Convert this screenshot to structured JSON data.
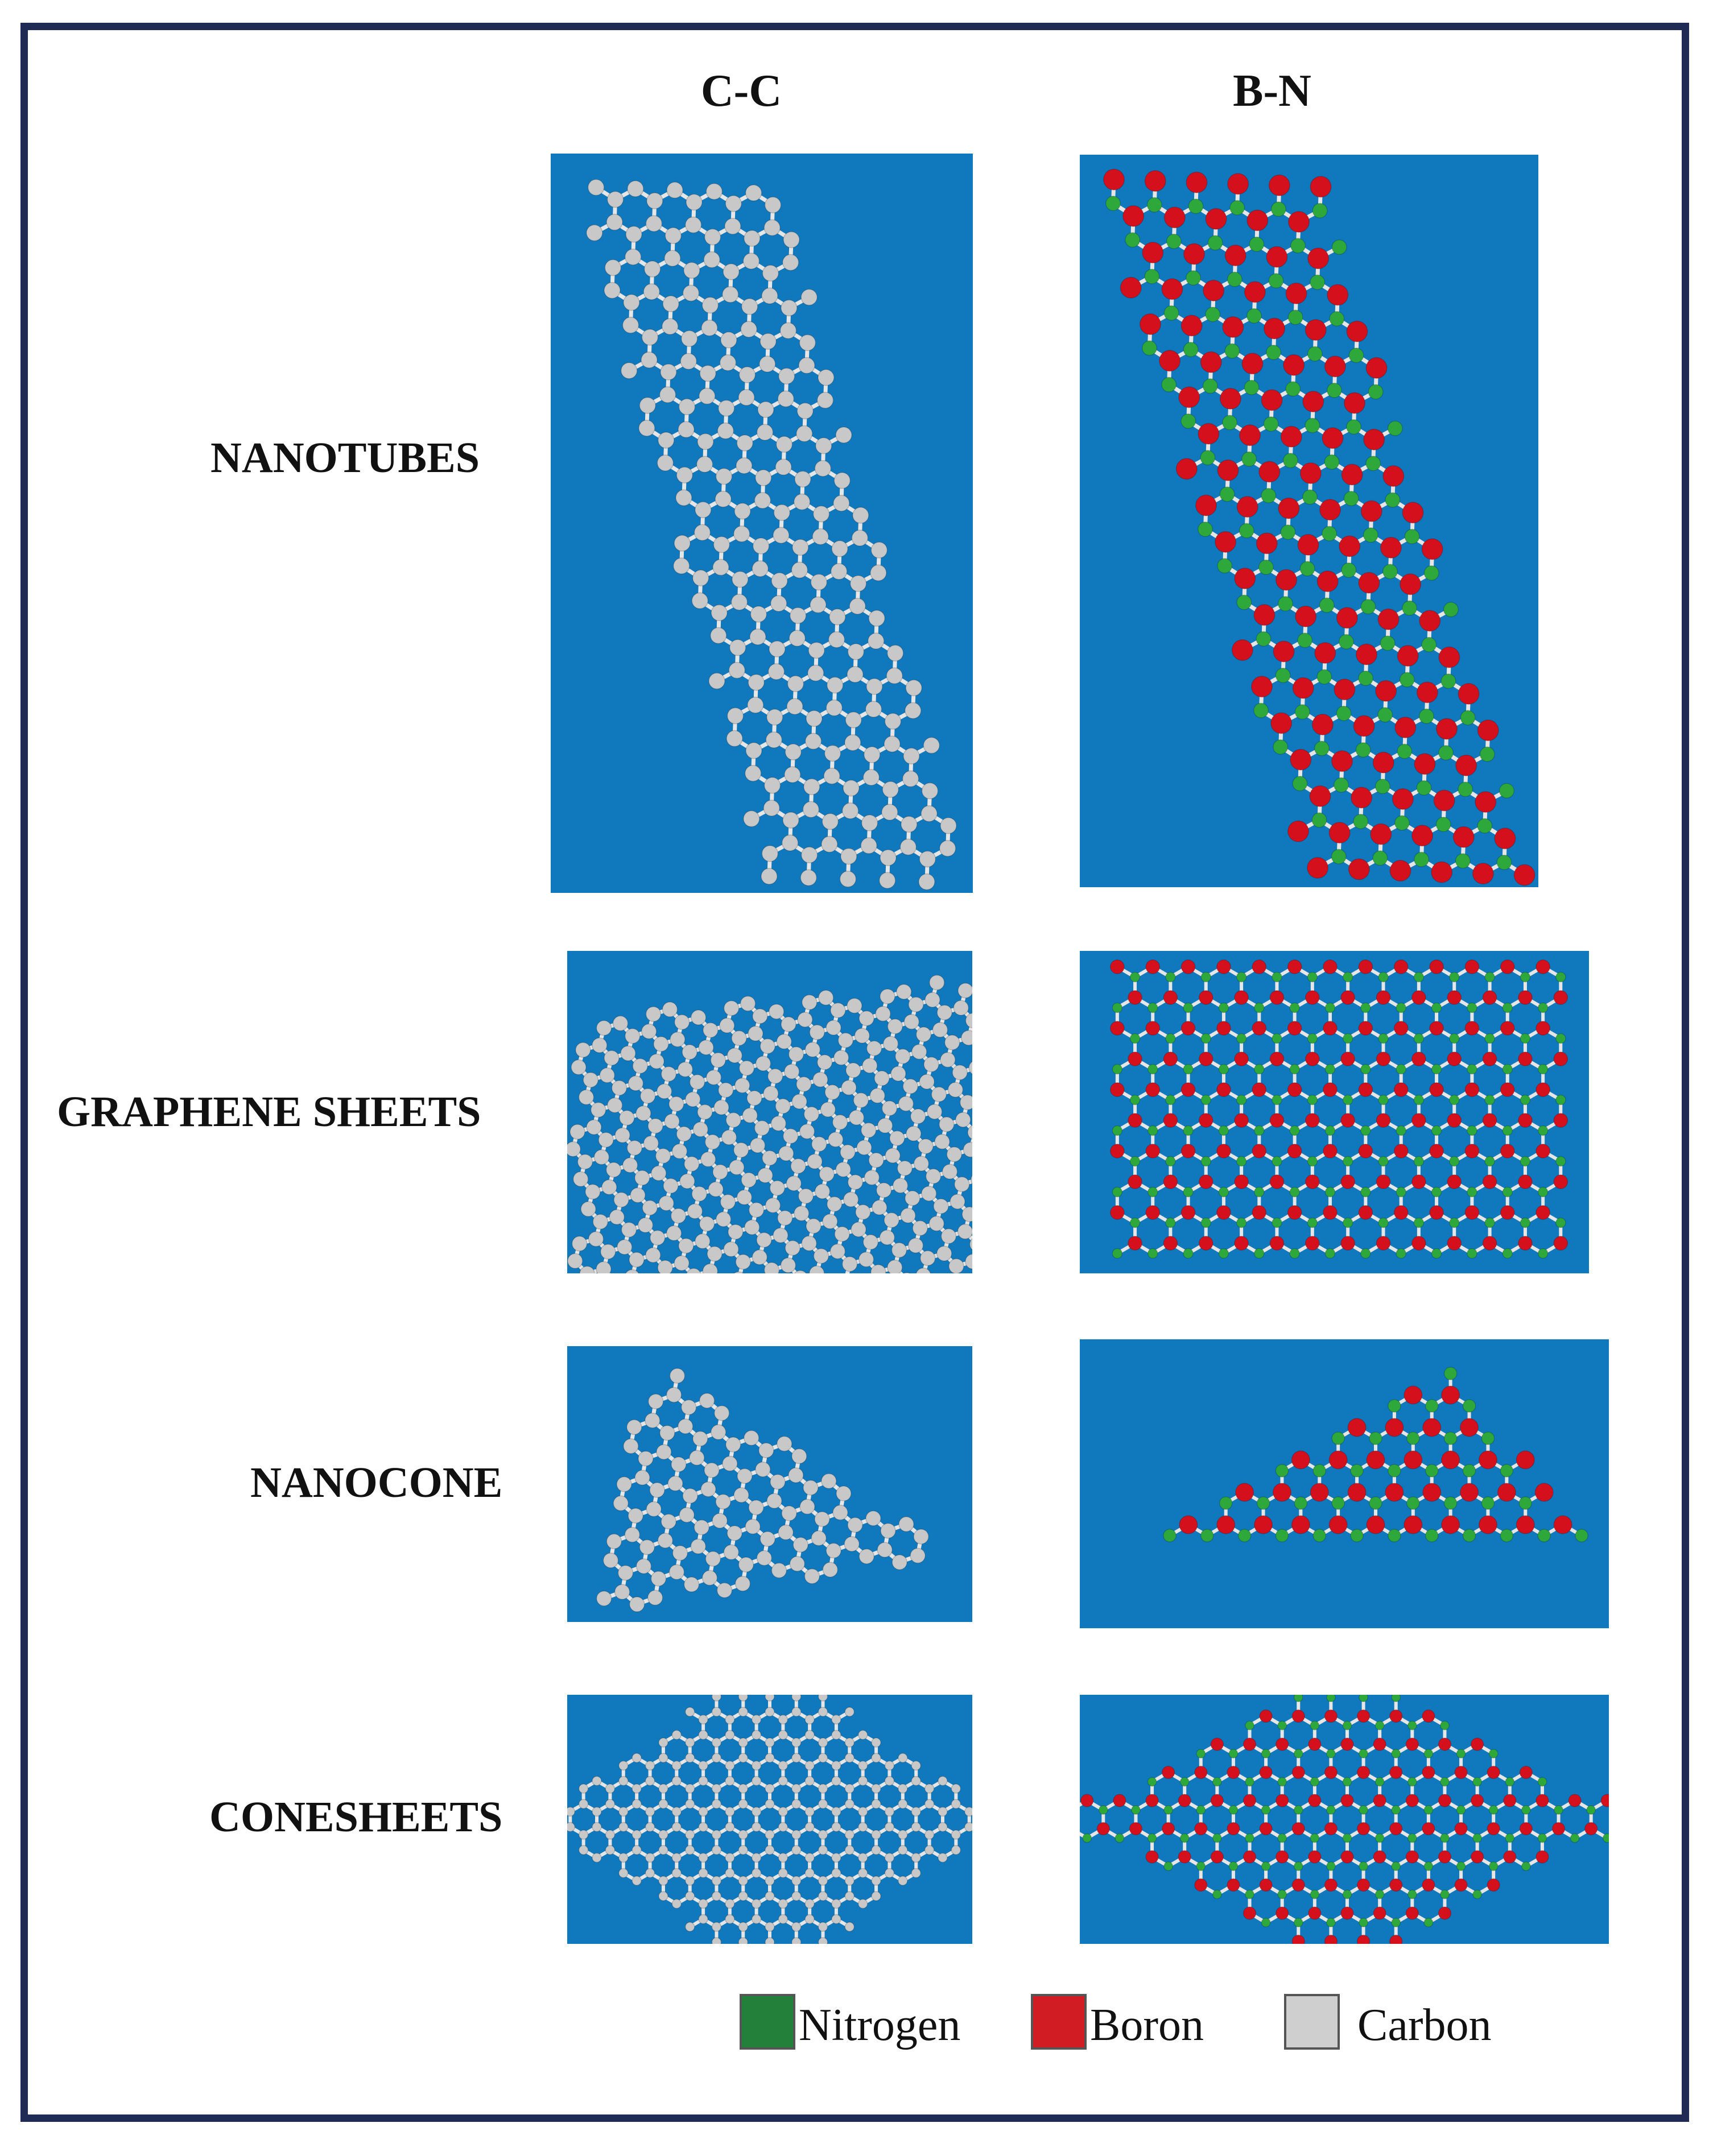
{
  "columns": [
    "C-C",
    "B-N"
  ],
  "rows": [
    "NANOTUBES",
    "GRAPHENE SHEETS",
    "NANOCONE",
    "CONESHEETS"
  ],
  "panel_background": "#1078bd",
  "atom_colors": {
    "carbon": "#c8c8c8",
    "boron": "#d4101c",
    "nitrogen": "#2ea83a",
    "bond": "#e6e6e6"
  },
  "legend": [
    {
      "label": "Nitrogen",
      "color": "#23803a"
    },
    {
      "label": "Boron",
      "color": "#d21c24"
    },
    {
      "label": "Carbon",
      "color": "#cfcfcf"
    }
  ]
}
